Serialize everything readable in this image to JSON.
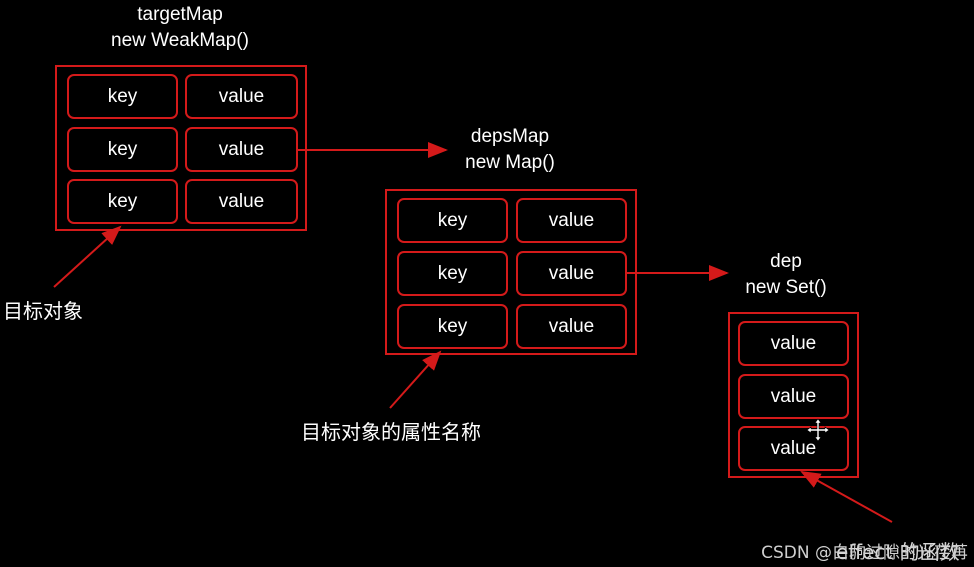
{
  "target_map": {
    "title_line1": "targetMap",
    "title_line2": "new WeakMap()",
    "rows": [
      {
        "key": "key",
        "value": "value"
      },
      {
        "key": "key",
        "value": "value"
      },
      {
        "key": "key",
        "value": "value"
      }
    ]
  },
  "deps_map": {
    "title_line1": "depsMap",
    "title_line2": "new Map()",
    "rows": [
      {
        "key": "key",
        "value": "value"
      },
      {
        "key": "key",
        "value": "value"
      },
      {
        "key": "key",
        "value": "value"
      }
    ]
  },
  "dep": {
    "title_line1": "dep",
    "title_line2": "new Set()",
    "values": [
      "value",
      "value",
      "value"
    ]
  },
  "annotations": {
    "target_object": "目标对象",
    "property_name": "目标对象的属性名称",
    "effect_function": "effect 的函数"
  },
  "watermark": "CSDN @白驹过隙时光荏苒",
  "colors": {
    "background": "#000000",
    "accent": "#d41a1a",
    "text": "#ffffff"
  }
}
